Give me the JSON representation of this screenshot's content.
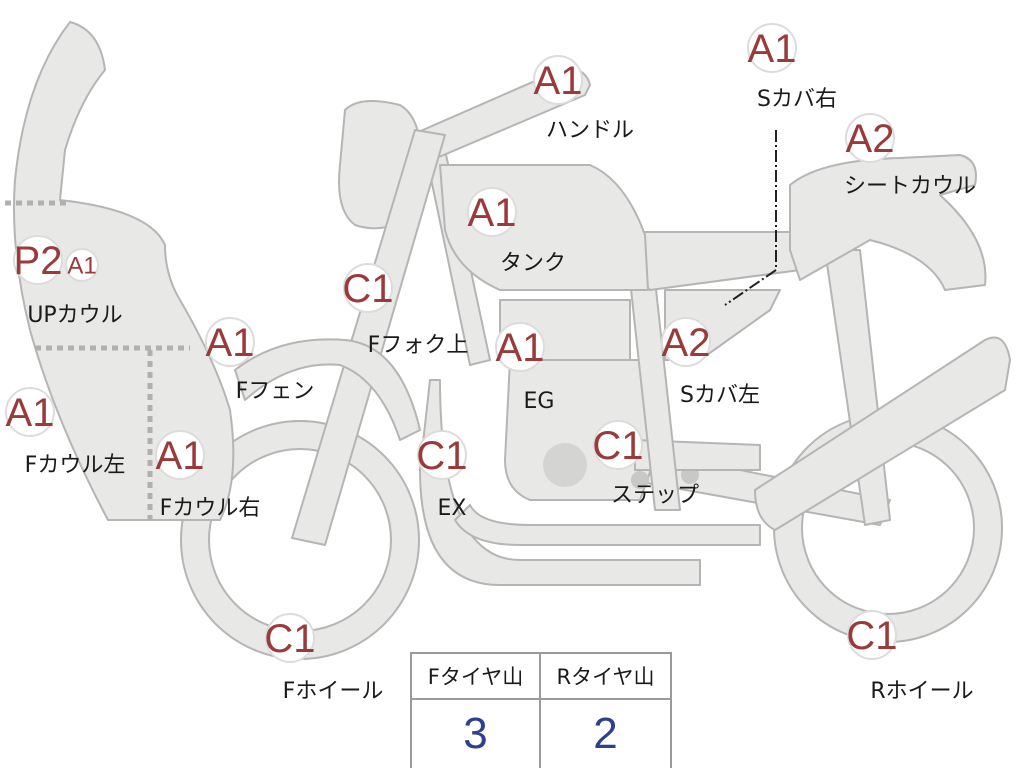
{
  "parts": [
    {
      "key": "up_cowl",
      "grade": "P2",
      "grade2": "A1",
      "label": "UPカウル"
    },
    {
      "key": "f_cowl_left",
      "grade": "A1",
      "label": "Fカウル左"
    },
    {
      "key": "f_cowl_right",
      "grade": "A1",
      "label": "Fカウル右"
    },
    {
      "key": "f_fender",
      "grade": "A1",
      "label": "Fフェン"
    },
    {
      "key": "f_fork_upper",
      "grade": "C1",
      "label": "Fフォク上"
    },
    {
      "key": "handle",
      "grade": "A1",
      "label": "ハンドル"
    },
    {
      "key": "tank",
      "grade": "A1",
      "label": "タンク"
    },
    {
      "key": "engine",
      "grade": "A1",
      "label": "EG"
    },
    {
      "key": "exhaust",
      "grade": "C1",
      "label": "EX"
    },
    {
      "key": "step",
      "grade": "C1",
      "label": "ステップ"
    },
    {
      "key": "s_cover_left",
      "grade": "A2",
      "label": "Sカバ左"
    },
    {
      "key": "s_cover_right",
      "grade": "A1",
      "label": "Sカバ右"
    },
    {
      "key": "seat_cowl",
      "grade": "A2",
      "label": "シートカウル"
    },
    {
      "key": "f_wheel",
      "grade": "C1",
      "label": "Fホイール"
    },
    {
      "key": "r_wheel",
      "grade": "C1",
      "label": "Rホイール"
    }
  ],
  "tire_table": {
    "front_header": "Fタイヤ山",
    "rear_header": "Rタイヤ山",
    "front_value": "3",
    "rear_value": "2"
  },
  "colors": {
    "grade_text": "#9a3a3a",
    "tire_value": "#2f3f8f",
    "body_fill": "#e8e8e6"
  }
}
